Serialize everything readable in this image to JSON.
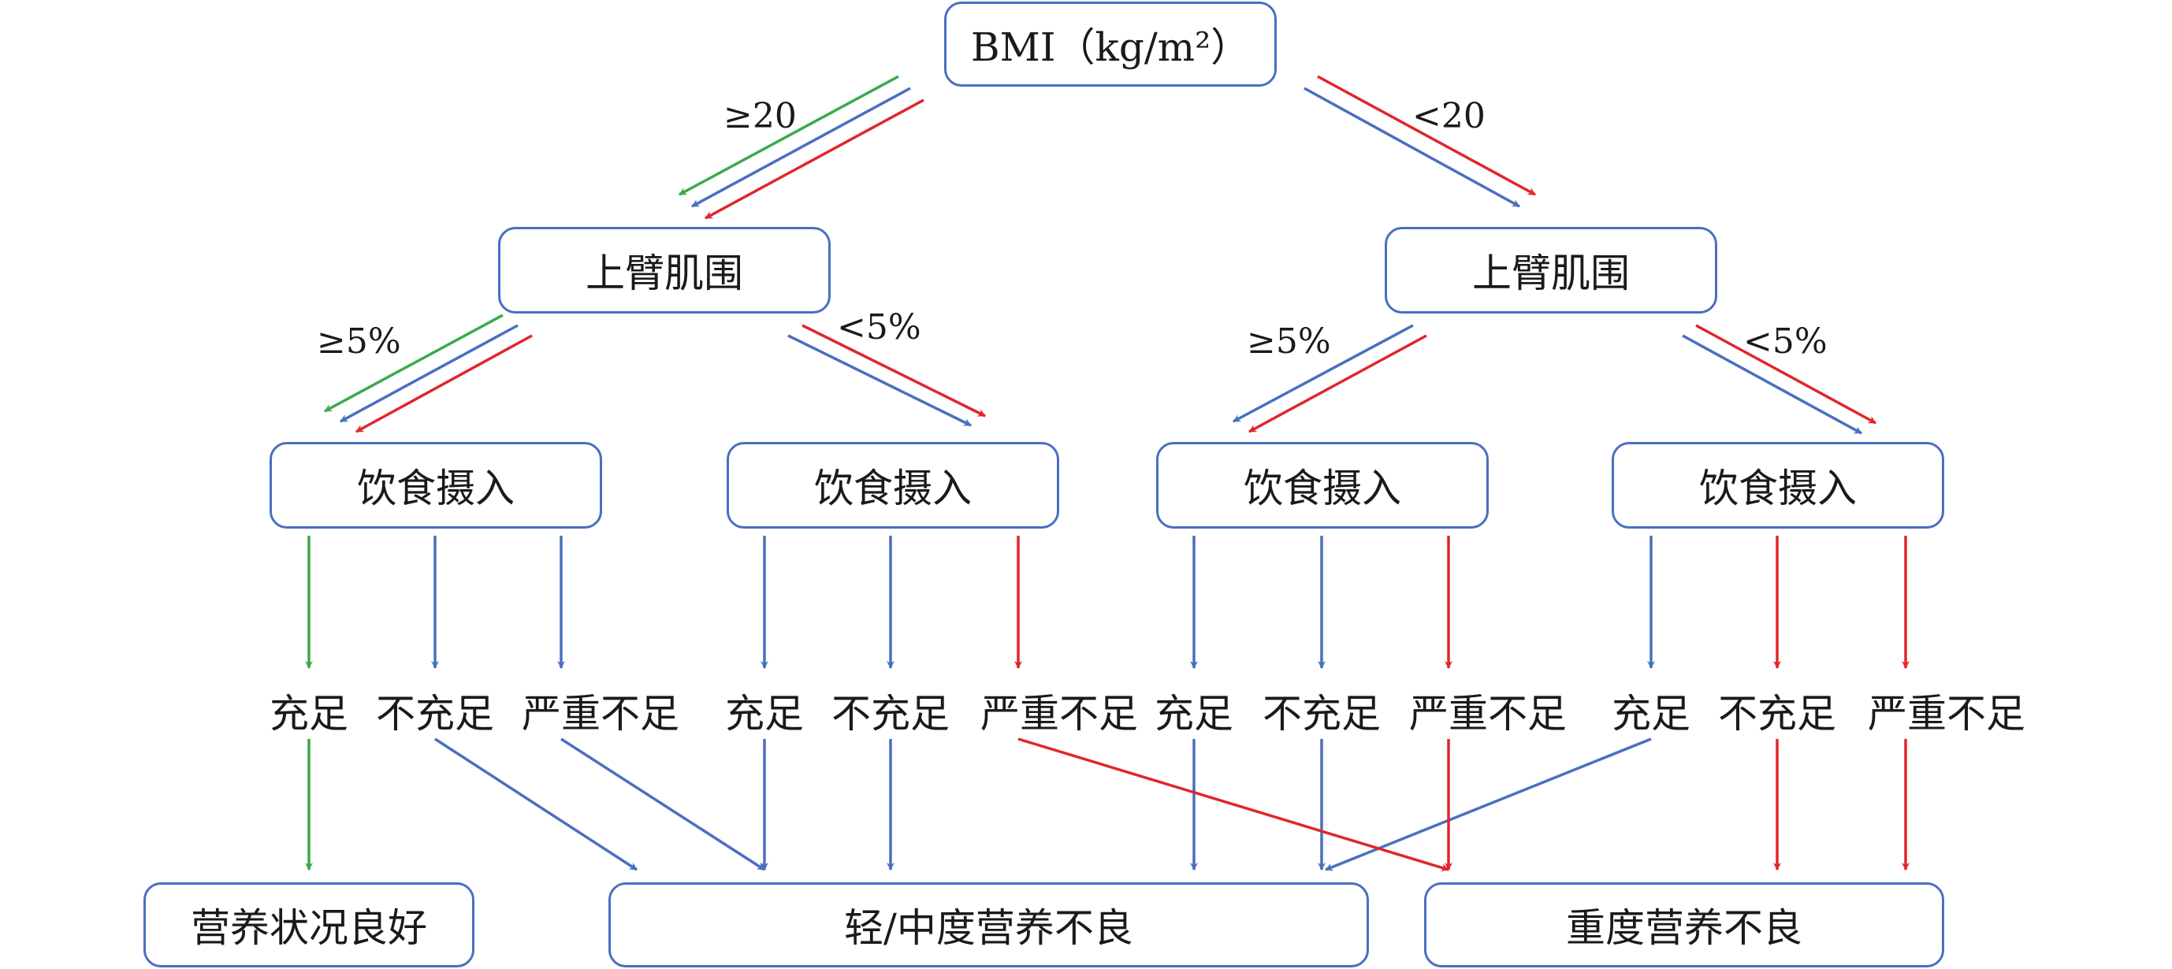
{
  "nodes": {
    "bmi": "BMI（kg/m²）",
    "arm_left": "上臂肌围",
    "arm_right": "上臂肌围",
    "diet_1": "饮食摄入",
    "diet_2": "饮食摄入",
    "diet_3": "饮食摄入",
    "diet_4": "饮食摄入",
    "outcome_good": "营养状况良好",
    "outcome_mild": "轻/中度营养不良",
    "outcome_severe": "重度营养不良"
  },
  "edge_labels": {
    "bmi_ge": "≥20",
    "bmi_lt": "<20",
    "arm_left_ge": "≥5%",
    "arm_left_lt": "<5%",
    "arm_right_ge": "≥5%",
    "arm_right_lt": "<5%"
  },
  "intake_options": [
    "充足",
    "不充足",
    "严重不足",
    "充足",
    "不充足",
    "严重不足",
    "充足",
    "不充足",
    "严重不足",
    "充足",
    "不充足",
    "严重不足"
  ],
  "colors": {
    "green": "#3aaa4a",
    "blue": "#4a6fc0",
    "red": "#e0262b",
    "box_border": "#4a6fc0"
  }
}
